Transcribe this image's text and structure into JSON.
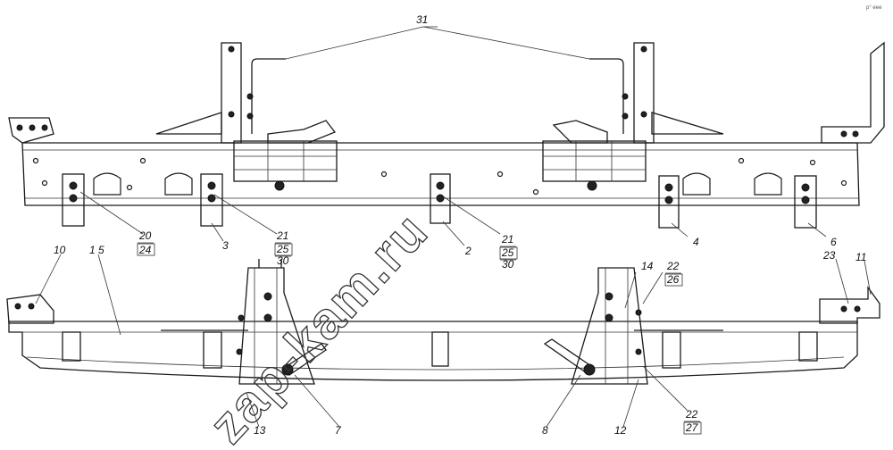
{
  "labels": {
    "l31": "31",
    "l20": "20",
    "l24": "24",
    "l3": "3",
    "l21a": "21",
    "l25a": "25",
    "l30a": "30",
    "l2": "2",
    "l21b": "21",
    "l25b": "25",
    "l30b": "30",
    "l4": "4",
    "l6": "6",
    "l10": "10",
    "l15": "1 5",
    "l14": "14",
    "l22a": "22",
    "l26": "26",
    "l23": "23",
    "l11": "11",
    "l13": "13",
    "l7": "7",
    "l8": "8",
    "l12": "12",
    "l22b": "22",
    "l27": "27"
  },
  "watermark": "zap-kam.ru",
  "corner_mark": "р° еее"
}
